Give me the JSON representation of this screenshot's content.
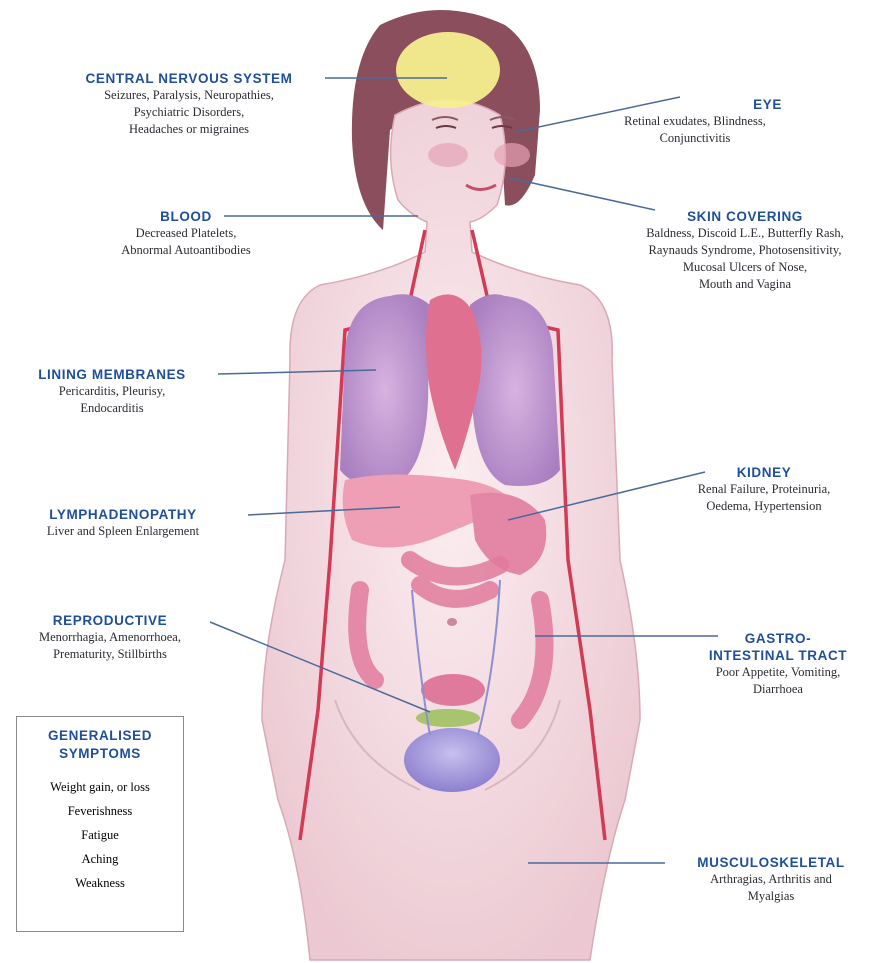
{
  "colors": {
    "title_blue": "#1f4f9a",
    "body_text": "#2b2b33",
    "leader_line": "#4a6a9a",
    "skin": "#f3dce1",
    "lung": "#c9a0d6",
    "heart": "#e07090",
    "brain": "#f5ef8e",
    "vessel": "#d23a55"
  },
  "labels": {
    "cns": {
      "title": "CENTRAL NERVOUS SYSTEM",
      "lines": [
        "Seizures, Paralysis, Neuropathies,",
        "Psychiatric Disorders,",
        "Headaches or migraines"
      ]
    },
    "eye": {
      "title": "EYE",
      "lines": [
        "Retinal exudates, Blindness,",
        "Conjunctivitis"
      ]
    },
    "blood": {
      "title": "BLOOD",
      "lines": [
        "Decreased Platelets,",
        "Abnormal Autoantibodies"
      ]
    },
    "skin": {
      "title": "SKIN COVERING",
      "lines": [
        "Baldness, Discoid L.E., Butterfly Rash,",
        "Raynauds Syndrome, Photosensitivity,",
        "Mucosal Ulcers of Nose,",
        "Mouth and Vagina"
      ]
    },
    "lining": {
      "title": "LINING MEMBRANES",
      "lines": [
        "Pericarditis, Pleurisy,",
        "Endocarditis"
      ]
    },
    "kidney": {
      "title": "KIDNEY",
      "lines": [
        "Renal Failure, Proteinuria,",
        "Oedema, Hypertension"
      ]
    },
    "lymph": {
      "title": "LYMPHADENOPATHY",
      "lines": [
        "Liver and Spleen Enlargement"
      ]
    },
    "repro": {
      "title": "REPRODUCTIVE",
      "lines": [
        "Menorrhagia, Amenorrhoea,",
        "Prematurity,  Stillbirths"
      ]
    },
    "gi": {
      "title": "GASTRO-\nINTESTINAL TRACT",
      "lines": [
        "Poor Appetite, Vomiting,",
        "Diarrhoea"
      ]
    },
    "musc": {
      "title": "MUSCULOSKELETAL",
      "lines": [
        "Arthragias, Arthritis and",
        "Myalgias"
      ]
    }
  },
  "general": {
    "title": "GENERALISED\nSYMPTOMS",
    "items": [
      "Weight gain, or loss",
      "Feverishness",
      "Fatigue",
      "Aching",
      "Weakness"
    ]
  }
}
